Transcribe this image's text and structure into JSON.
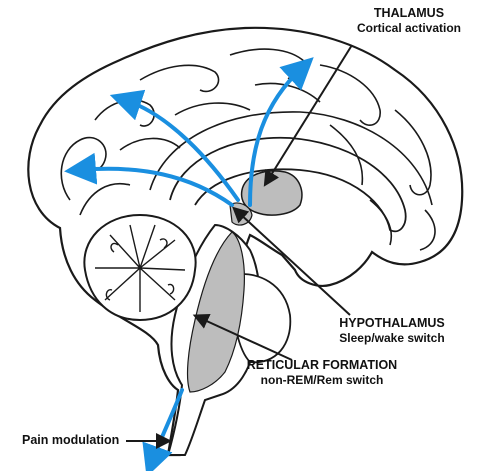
{
  "labels": {
    "thalamus": {
      "title": "THALAMUS",
      "subtitle": "Cortical activation"
    },
    "hypothalamus": {
      "title": "HYPOTHALAMUS",
      "subtitle": "Sleep/wake switch"
    },
    "reticular": {
      "title": "RETICULAR FORMATION",
      "subtitle": "non-REM/Rem switch"
    },
    "pain": {
      "title": "Pain modulation"
    }
  },
  "colors": {
    "pathway": "#1a8fe0",
    "highlight": "#bdbdbd",
    "outline": "#1a1a1a"
  }
}
